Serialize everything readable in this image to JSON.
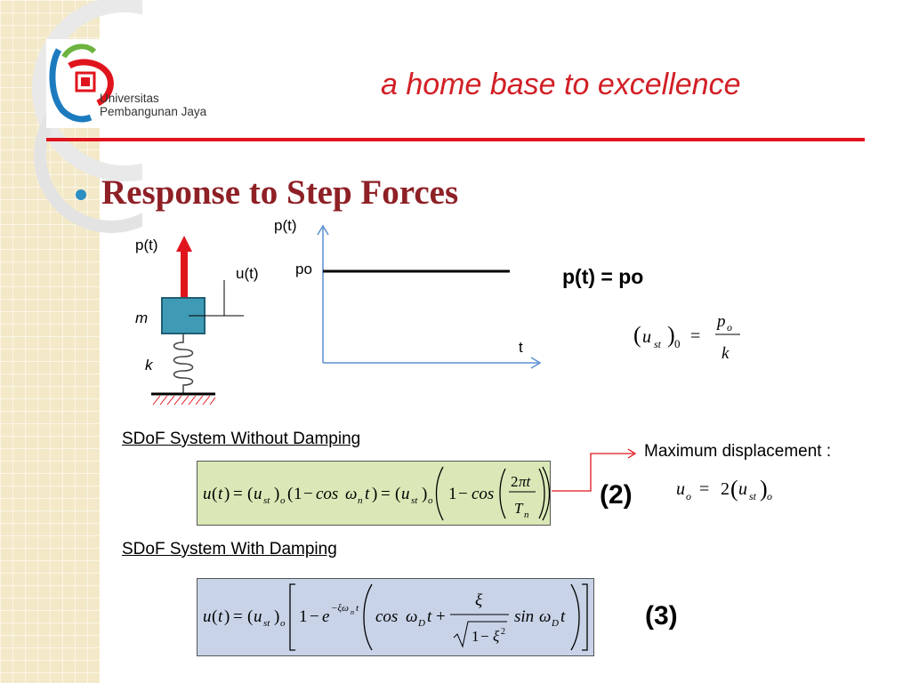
{
  "logo": {
    "line1": "Universitas",
    "line2": "Pembangunan Jaya"
  },
  "tagline": "a home base to excellence",
  "title": "Response to Step Forces",
  "diagram": {
    "p_label": "p(t)",
    "u_label": "u(t)",
    "m_label": "m",
    "k_label": "k"
  },
  "graph": {
    "y_label": "p(t)",
    "level_label": "po",
    "x_label": "t"
  },
  "load": {
    "definition": "p(t) = po"
  },
  "static_eq": {
    "lhs": "(ust)0",
    "num": "po",
    "den": "k"
  },
  "section_undamped": "SDoF System Without Damping",
  "section_damped": "SDoF System With Damping",
  "max_label": "Maximum displacement :",
  "max_eq": "uo = 2(ust)o",
  "eq_numbers": {
    "eq2": "(2)",
    "eq3": "(3)"
  },
  "colors": {
    "accent_red": "#e0141c",
    "title_red": "#8e2026",
    "bullet_blue": "#2b8fc4",
    "box_green": "#d9e8b6",
    "box_blue": "#c8d3e8"
  }
}
